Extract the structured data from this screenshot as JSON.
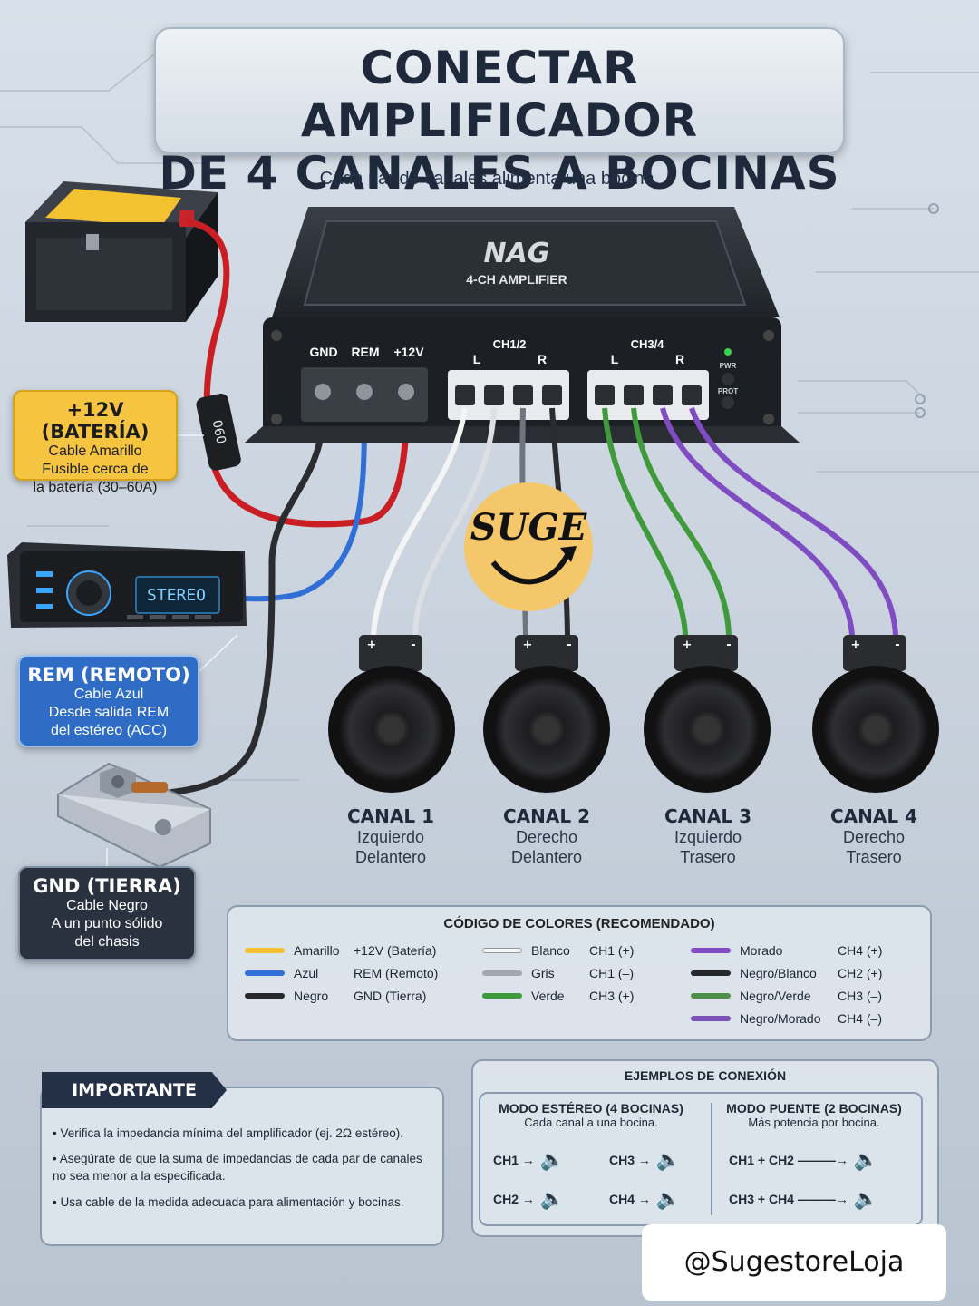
{
  "title": {
    "line1": "CONECTAR AMPLIFICADOR",
    "line2": "DE 4 CANALES A BOCINAS"
  },
  "subtitle": "Cada par de canales alimenta una bocina.",
  "amplifier": {
    "brand": "NAG",
    "model": "4-CH AMPLIFIER",
    "power_labels": [
      "GND",
      "REM",
      "+12V"
    ],
    "group1": {
      "name": "CH1/2",
      "left": "L",
      "right": "R"
    },
    "group2": {
      "name": "CH3/4",
      "left": "L",
      "right": "R"
    },
    "indicators": [
      "PWR",
      "PROT"
    ],
    "terminal_marks": [
      "+",
      "-",
      "+",
      "-"
    ]
  },
  "fuse_label": "060",
  "stereo_display": "STEREO",
  "watermark_logo": "SUGE",
  "labels": {
    "battery": {
      "heading": "+12V (BATERÍA)",
      "lines": [
        "Cable Amarillo",
        "Fusible cerca de",
        "la batería (30–60A)"
      ]
    },
    "remote": {
      "heading": "REM (REMOTO)",
      "lines": [
        "Cable Azul",
        "Desde salida REM",
        "del estéreo (ACC)"
      ]
    },
    "ground": {
      "heading": "GND (TIERRA)",
      "lines": [
        "Cable Negro",
        "A un punto sólido",
        "del chasis"
      ]
    }
  },
  "speakers": [
    {
      "name": "CANAL 1",
      "line1": "Izquierdo",
      "line2": "Delantero"
    },
    {
      "name": "CANAL 2",
      "line1": "Derecho",
      "line2": "Delantero"
    },
    {
      "name": "CANAL 3",
      "line1": "Izquierdo",
      "line2": "Trasero"
    },
    {
      "name": "CANAL 4",
      "line1": "Derecho",
      "line2": "Trasero"
    }
  ],
  "colors": {
    "yellow": "#f2c230",
    "blue": "#2f6fd6",
    "black": "#26282c",
    "white": "#f4f4f4",
    "gray": "#a3a8ae",
    "green": "#3f9a3c",
    "purple": "#7f4cc2",
    "red": "#d12a2a"
  },
  "legend": {
    "title": "CÓDIGO DE COLORES (RECOMENDADO)",
    "col1": [
      {
        "color": "Amarillo",
        "use": "+12V (Batería)"
      },
      {
        "color": "Azul",
        "use": "REM (Remoto)"
      },
      {
        "color": "Negro",
        "use": "GND (Tierra)"
      }
    ],
    "col2": [
      {
        "color": "Blanco",
        "use": "CH1  (+)"
      },
      {
        "color": "Gris",
        "use": "CH1  (–)"
      },
      {
        "color": "Verde",
        "use": "CH3  (+)"
      }
    ],
    "col3": [
      {
        "color": "Morado",
        "use": "CH4  (+)"
      },
      {
        "color": "Negro/Blanco",
        "use": "CH2  (+)"
      },
      {
        "color": "Negro/Verde",
        "use": "CH3  (–)"
      },
      {
        "color": "Negro/Morado",
        "use": "CH4  (–)"
      }
    ]
  },
  "important": {
    "heading": "IMPORTANTE",
    "bullets": [
      "Verifica la impedancia mínima del amplificador (ej. 2Ω estéreo).",
      "Asegúrate de que la suma de impedancias de cada par de canales no sea menor a la especificada.",
      "Usa cable de la medida adecuada para alimentación y bocinas."
    ]
  },
  "examples": {
    "title": "EJEMPLOS DE CONEXIÓN",
    "stereo": {
      "title": "MODO ESTÉREO (4 BOCINAS)",
      "subtitle": "Cada canal a una bocina.",
      "items": [
        "CH1",
        "CH3",
        "CH2",
        "CH4"
      ]
    },
    "bridge": {
      "title": "MODO PUENTE (2 BOCINAS)",
      "subtitle": "Más potencia por bocina.",
      "items": [
        "CH1 + CH2",
        "CH3 + CH4"
      ]
    }
  },
  "handle": "@SugestoreLoja"
}
